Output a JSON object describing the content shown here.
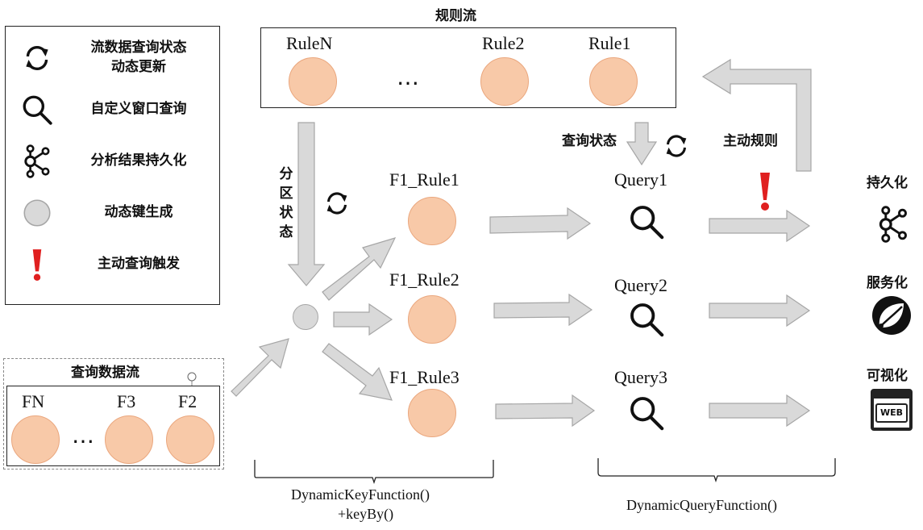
{
  "legend": {
    "items": [
      {
        "icon": "refresh-icon",
        "text_line1": "流数据查询状态",
        "text_line2": "动态更新"
      },
      {
        "icon": "search-icon",
        "text_line1": "自定义窗口查询",
        "text_line2": ""
      },
      {
        "icon": "graph-nodes-icon",
        "text_line1": "分析结果持久化",
        "text_line2": ""
      },
      {
        "icon": "gray-circle-icon",
        "text_line1": "动态键生成",
        "text_line2": ""
      },
      {
        "icon": "exclamation-icon",
        "text_line1": "主动查询触发",
        "text_line2": ""
      }
    ]
  },
  "rule_stream": {
    "title": "规则流",
    "rules": [
      "RuleN",
      "Rule2",
      "Rule1"
    ],
    "ellipsis": "…"
  },
  "query_stream": {
    "title": "查询数据流",
    "fields": [
      "FN",
      "F3",
      "F2"
    ],
    "ellipsis": "…"
  },
  "partition_label": [
    "分",
    "区",
    "状",
    "态"
  ],
  "query_state_label": "查询状态",
  "active_rule_label": "主动规则",
  "rule_nodes": [
    "F1_Rule1",
    "F1_Rule2",
    "F1_Rule3"
  ],
  "queries": [
    "Query1",
    "Query2",
    "Query3"
  ],
  "outputs": [
    {
      "label": "持久化",
      "icon": "graph-nodes-icon"
    },
    {
      "label": "服务化",
      "icon": "spring-leaf-icon"
    },
    {
      "label": "可视化",
      "icon": "web-icon",
      "icon_text": "WEB"
    }
  ],
  "brackets": {
    "left_line1": "DynamicKeyFunction()",
    "left_line2": "+keyBy()",
    "right": "DynamicQueryFunction()"
  },
  "colors": {
    "node_fill": "#f8c9a8",
    "node_stroke": "#eaa77e",
    "arrow_fill": "#d9d9d9",
    "arrow_stroke": "#a6a6a6",
    "alert_red": "#e02020"
  }
}
